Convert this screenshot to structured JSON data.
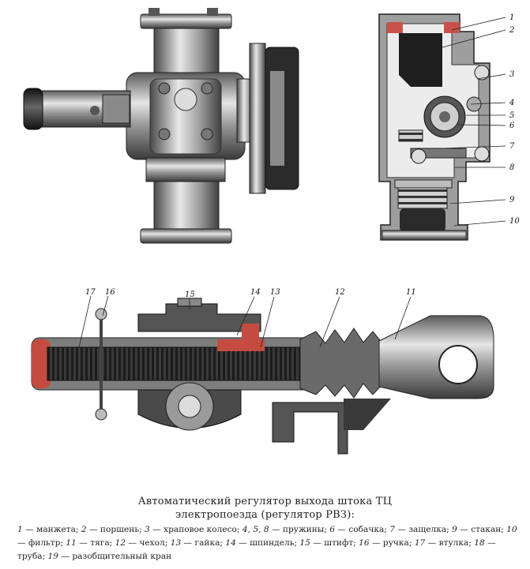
{
  "caption": {
    "line1": "Автоматический регулятор выхода штока ТЦ",
    "line2": "электропоезда (регулятор РВЗ):"
  },
  "labels": [
    "1",
    "2",
    "3",
    "4",
    "5",
    "6",
    "7",
    "8",
    "9",
    "10",
    "11",
    "12",
    "13",
    "14",
    "15",
    "16",
    "17"
  ],
  "legend": [
    {
      "num": "1",
      "text": "манжета;"
    },
    {
      "num": "2",
      "text": "поршень;"
    },
    {
      "num": "3",
      "text": "храповое колесо;"
    },
    {
      "num": "4, 5, 8",
      "text": "пружины;"
    },
    {
      "num": "6",
      "text": "собачка;"
    },
    {
      "num": "7",
      "text": "защелка;"
    },
    {
      "num": "9",
      "text": "стакан;"
    },
    {
      "num": "10",
      "text": "фильтр;"
    },
    {
      "num": "11",
      "text": "тяга;"
    },
    {
      "num": "12",
      "text": "чехол;"
    },
    {
      "num": "13",
      "text": "гайка;"
    },
    {
      "num": "14",
      "text": "шпиндель;"
    },
    {
      "num": "15",
      "text": "штифт;"
    },
    {
      "num": "16",
      "text": "ручка;"
    },
    {
      "num": "17",
      "text": "втулка;"
    },
    {
      "num": "18",
      "text": "труба;"
    },
    {
      "num": "19",
      "text": "разобщительный кран"
    }
  ]
}
